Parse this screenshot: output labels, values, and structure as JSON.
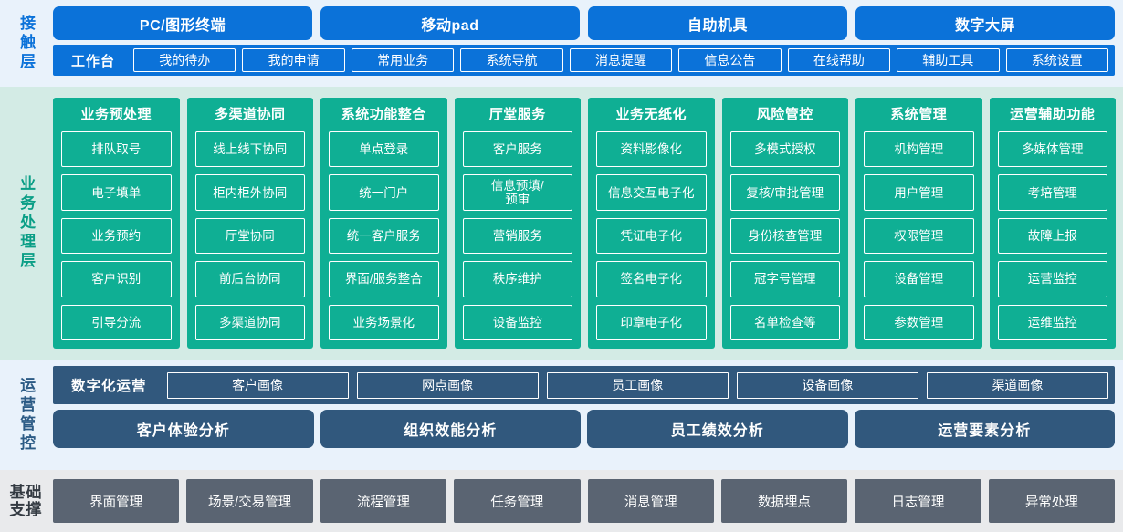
{
  "colors": {
    "contact_blue": "#0b72d9",
    "business_green": "#0faf94",
    "business_bg": "#d3ebe5",
    "ops_steel": "#31587d",
    "base_gray": "#5a6472",
    "pale_blue_bg": "#e9f2fb",
    "base_bg": "#e9eaec"
  },
  "contact_layer": {
    "label": "接触层",
    "channels": [
      {
        "label": "PC/图形终端"
      },
      {
        "label": "移动pad"
      },
      {
        "label": "自助机具"
      },
      {
        "label": "数字大屏"
      }
    ],
    "workbench_title": "工作台",
    "workbench_items": [
      {
        "label": "我的待办"
      },
      {
        "label": "我的申请"
      },
      {
        "label": "常用业务"
      },
      {
        "label": "系统导航"
      },
      {
        "label": "消息提醒"
      },
      {
        "label": "信息公告"
      },
      {
        "label": "在线帮助"
      },
      {
        "label": "辅助工具"
      },
      {
        "label": "系统设置"
      }
    ]
  },
  "business_layer": {
    "label": "业务处理层",
    "columns": [
      {
        "title": "业务预处理",
        "items": [
          {
            "label": "排队取号"
          },
          {
            "label": "电子填单"
          },
          {
            "label": "业务预约"
          },
          {
            "label": "客户识别"
          },
          {
            "label": "引导分流"
          }
        ]
      },
      {
        "title": "多渠道协同",
        "items": [
          {
            "label": "线上线下协同"
          },
          {
            "label": "柜内柜外协同"
          },
          {
            "label": "厅堂协同"
          },
          {
            "label": "前后台协同"
          },
          {
            "label": "多渠道协同"
          }
        ]
      },
      {
        "title": "系统功能整合",
        "items": [
          {
            "label": "单点登录"
          },
          {
            "label": "统一门户"
          },
          {
            "label": "统一客户服务"
          },
          {
            "label": "界面/服务整合"
          },
          {
            "label": "业务场景化"
          }
        ]
      },
      {
        "title": "厅堂服务",
        "items": [
          {
            "label": "客户服务"
          },
          {
            "label": "信息预填/\n预审"
          },
          {
            "label": "营销服务"
          },
          {
            "label": "秩序维护"
          },
          {
            "label": "设备监控"
          }
        ]
      },
      {
        "title": "业务无纸化",
        "items": [
          {
            "label": "资料影像化"
          },
          {
            "label": "信息交互电子化"
          },
          {
            "label": "凭证电子化"
          },
          {
            "label": "签名电子化"
          },
          {
            "label": "印章电子化"
          }
        ]
      },
      {
        "title": "风险管控",
        "items": [
          {
            "label": "多模式授权"
          },
          {
            "label": "复核/审批管理"
          },
          {
            "label": "身份核查管理"
          },
          {
            "label": "冠字号管理"
          },
          {
            "label": "名单检查等"
          }
        ]
      },
      {
        "title": "系统管理",
        "items": [
          {
            "label": "机构管理"
          },
          {
            "label": "用户管理"
          },
          {
            "label": "权限管理"
          },
          {
            "label": "设备管理"
          },
          {
            "label": "参数管理"
          }
        ]
      },
      {
        "title": "运营辅助功能",
        "items": [
          {
            "label": "多媒体管理"
          },
          {
            "label": "考培管理"
          },
          {
            "label": "故障上报"
          },
          {
            "label": "运营监控"
          },
          {
            "label": "运维监控"
          }
        ]
      }
    ]
  },
  "ops_layer": {
    "label": "运营管控",
    "digital_ops_title": "数字化运营",
    "portraits": [
      {
        "label": "客户画像"
      },
      {
        "label": "网点画像"
      },
      {
        "label": "员工画像"
      },
      {
        "label": "设备画像"
      },
      {
        "label": "渠道画像"
      }
    ],
    "analyses": [
      {
        "label": "客户体验分析"
      },
      {
        "label": "组织效能分析"
      },
      {
        "label": "员工绩效分析"
      },
      {
        "label": "运营要素分析"
      }
    ]
  },
  "base_layer": {
    "label_chars": [
      "基",
      "础",
      "支",
      "撑"
    ],
    "items": [
      {
        "label": "界面管理"
      },
      {
        "label": "场景/交易管理"
      },
      {
        "label": "流程管理"
      },
      {
        "label": "任务管理"
      },
      {
        "label": "消息管理"
      },
      {
        "label": "数据埋点"
      },
      {
        "label": "日志管理"
      },
      {
        "label": "异常处理"
      }
    ]
  }
}
